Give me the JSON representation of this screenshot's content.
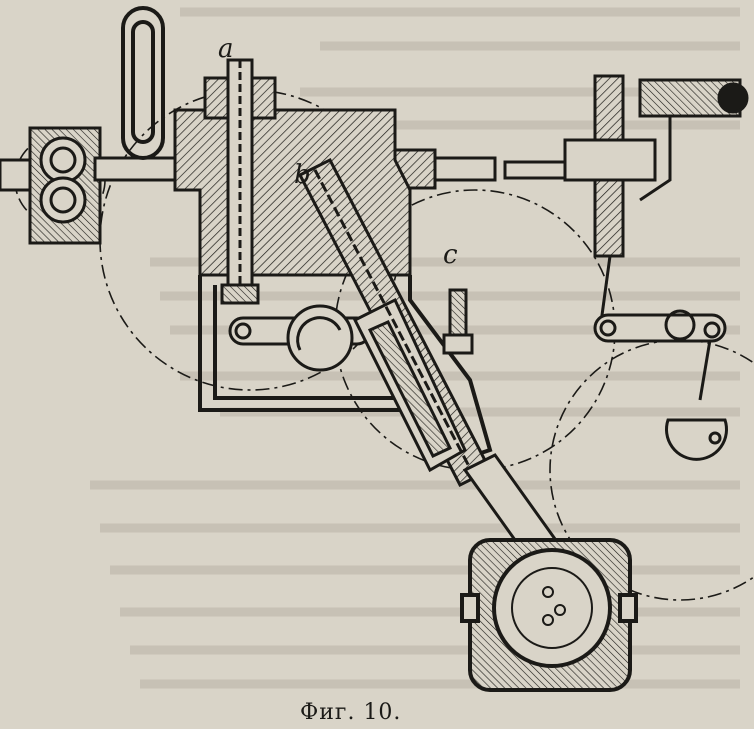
{
  "labels": {
    "a": "a",
    "b": "b",
    "c": "c"
  },
  "caption": "Фиг. 10.",
  "colors": {
    "paper": "#d9d4c8",
    "ink": "#1b1a17",
    "bg_text": "#b9b3a6"
  }
}
